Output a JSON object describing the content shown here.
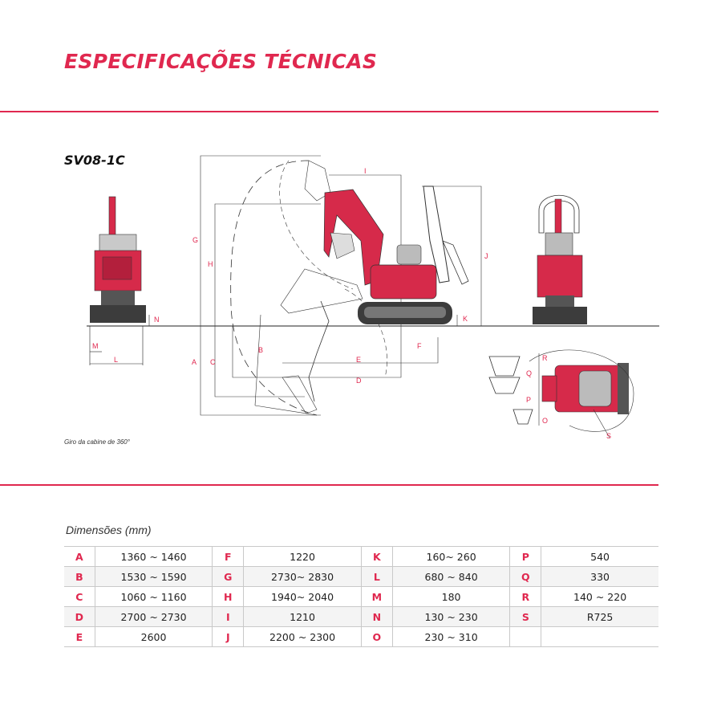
{
  "title": "ESPECIFICAÇÕES TÉCNICAS",
  "model": "SV08-1C",
  "caption": "Giro da cabine de 360°",
  "dimensions_title": "Dimensões (mm)",
  "diagram_labels": {
    "A": "A",
    "B": "B",
    "C": "C",
    "D": "D",
    "E": "E",
    "F": "F",
    "G": "G",
    "H": "H",
    "I": "I",
    "J": "J",
    "K": "K",
    "L": "L",
    "M": "M",
    "N": "N",
    "O": "O",
    "P": "P",
    "Q": "Q",
    "R": "R",
    "S": "S"
  },
  "table": {
    "rows": [
      [
        {
          "k": "A",
          "v": "1360 ~ 1460"
        },
        {
          "k": "F",
          "v": "1220"
        },
        {
          "k": "K",
          "v": "160~ 260"
        },
        {
          "k": "P",
          "v": "540"
        }
      ],
      [
        {
          "k": "B",
          "v": "1530 ~ 1590"
        },
        {
          "k": "G",
          "v": "2730~ 2830"
        },
        {
          "k": "L",
          "v": "680 ~ 840"
        },
        {
          "k": "Q",
          "v": "330"
        }
      ],
      [
        {
          "k": "C",
          "v": "1060 ~ 1160"
        },
        {
          "k": "H",
          "v": "1940~ 2040"
        },
        {
          "k": "M",
          "v": "180"
        },
        {
          "k": "R",
          "v": "140 ~ 220"
        }
      ],
      [
        {
          "k": "D",
          "v": "2700 ~ 2730"
        },
        {
          "k": "I",
          "v": "1210"
        },
        {
          "k": "N",
          "v": "130 ~ 230"
        },
        {
          "k": "S",
          "v": "R725"
        }
      ],
      [
        {
          "k": "E",
          "v": "2600"
        },
        {
          "k": "J",
          "v": "2200 ~ 2300"
        },
        {
          "k": "O",
          "v": "230 ~ 310"
        },
        {
          "k": "",
          "v": ""
        }
      ]
    ]
  },
  "colors": {
    "accent": "#e0284f",
    "machine_red": "#d62a4a",
    "machine_dark": "#3c3c3c"
  }
}
